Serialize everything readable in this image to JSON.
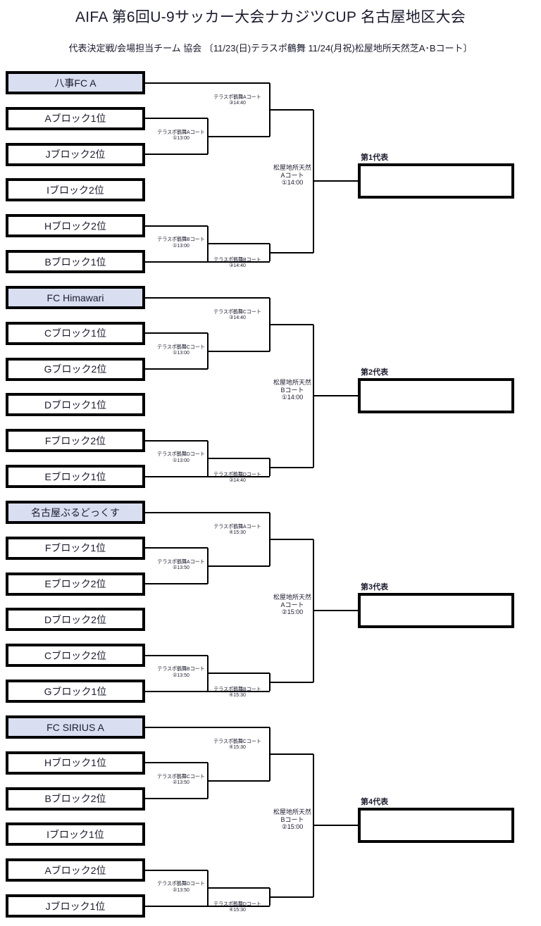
{
  "header": {
    "title": "AIFA 第6回U-9サッカー大会ナカジツCUP 名古屋地区大会",
    "subtitle": "代表決定戦/会場担当チーム 協会 〔11/23(日)テラスポ鶴舞 11/24(月祝)松屋地所天然芝A･Bコート〕"
  },
  "blocks": [
    {
      "name": "block-1",
      "result_label": "第1代表",
      "result_value": "",
      "teams": [
        {
          "label": "八事FC A",
          "seed": true
        },
        {
          "label": "Aブロック1位",
          "seed": false
        },
        {
          "label": "Jブロック2位",
          "seed": false
        },
        {
          "label": "Iブロック2位",
          "seed": false
        },
        {
          "label": "Hブロック2位",
          "seed": false
        },
        {
          "label": "Bブロック1位",
          "seed": false
        }
      ],
      "round1": [
        {
          "venue": "テラスポ鶴舞Aコート",
          "time": "①13:00"
        },
        {
          "venue": "テラスポ鶴舞Bコート",
          "time": "①13:00"
        }
      ],
      "round2": [
        {
          "venue": "テラスポ鶴舞Aコート",
          "time": "③14:40"
        },
        {
          "venue": "テラスポ鶴舞Bコート",
          "time": "③14:40"
        }
      ],
      "final": {
        "venue_line1": "松屋地所天然",
        "venue_line2": "Aコート",
        "time": "①14:00"
      }
    },
    {
      "name": "block-2",
      "result_label": "第2代表",
      "result_value": "",
      "teams": [
        {
          "label": "FC Himawari",
          "seed": true
        },
        {
          "label": "Cブロック1位",
          "seed": false
        },
        {
          "label": "Gブロック2位",
          "seed": false
        },
        {
          "label": "Dブロック1位",
          "seed": false
        },
        {
          "label": "Fブロック2位",
          "seed": false
        },
        {
          "label": "Eブロック1位",
          "seed": false
        }
      ],
      "round1": [
        {
          "venue": "テラスポ鶴舞Cコート",
          "time": "①13:00"
        },
        {
          "venue": "テラスポ鶴舞Dコート",
          "time": "①13:00"
        }
      ],
      "round2": [
        {
          "venue": "テラスポ鶴舞Cコート",
          "time": "③14:40"
        },
        {
          "venue": "テラスポ鶴舞Dコート",
          "time": "③14:40"
        }
      ],
      "final": {
        "venue_line1": "松屋地所天然",
        "venue_line2": "Bコート",
        "time": "①14:00"
      }
    },
    {
      "name": "block-3",
      "result_label": "第3代表",
      "result_value": "",
      "teams": [
        {
          "label": "名古屋ぶるどっくす",
          "seed": true
        },
        {
          "label": "Fブロック1位",
          "seed": false
        },
        {
          "label": "Eブロック2位",
          "seed": false
        },
        {
          "label": "Dブロック2位",
          "seed": false
        },
        {
          "label": "Cブロック2位",
          "seed": false
        },
        {
          "label": "Gブロック1位",
          "seed": false
        }
      ],
      "round1": [
        {
          "venue": "テラスポ鶴舞Aコート",
          "time": "②13:50"
        },
        {
          "venue": "テラスポ鶴舞Bコート",
          "time": "②13:50"
        }
      ],
      "round2": [
        {
          "venue": "テラスポ鶴舞Aコート",
          "time": "④15:30"
        },
        {
          "venue": "テラスポ鶴舞Bコート",
          "time": "④15:30"
        }
      ],
      "final": {
        "venue_line1": "松屋地所天然",
        "venue_line2": "Aコート",
        "time": "②15:00"
      }
    },
    {
      "name": "block-4",
      "result_label": "第4代表",
      "result_value": "",
      "teams": [
        {
          "label": "FC SIRIUS A",
          "seed": true
        },
        {
          "label": "Hブロック1位",
          "seed": false
        },
        {
          "label": "Bブロック2位",
          "seed": false
        },
        {
          "label": "Iブロック1位",
          "seed": false
        },
        {
          "label": "Aブロック2位",
          "seed": false
        },
        {
          "label": "Jブロック1位",
          "seed": false
        }
      ],
      "round1": [
        {
          "venue": "テラスポ鶴舞Cコート",
          "time": "②13:50"
        },
        {
          "venue": "テラスポ鶴舞Dコート",
          "time": "②13:50"
        }
      ],
      "round2": [
        {
          "venue": "テラスポ鶴舞Cコート",
          "time": "④15:30"
        },
        {
          "venue": "テラスポ鶴舞Dコート",
          "time": "④15:30"
        }
      ],
      "final": {
        "venue_line1": "松屋地所天然",
        "venue_line2": "Bコート",
        "time": "②15:00"
      }
    }
  ]
}
